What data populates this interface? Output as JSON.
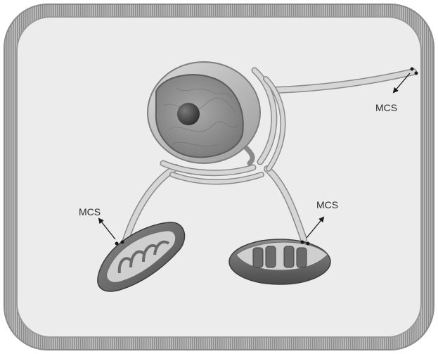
{
  "labels": {
    "mcs_pm": "MCS",
    "mcs_mito": "MCS",
    "mcs_lysosome": "MCS"
  },
  "colors": {
    "membrane_outer": "#9a9a9a",
    "membrane_inner": "#c8c8c8",
    "cytoplasm": "#ececec",
    "er": "#d6d6d6",
    "er_stroke": "#8a8a8a",
    "nucleus_shell": "#bdbdbd",
    "nucleoplasm": "#8f8f8f",
    "nucleolus": "#4a4a4a",
    "mito_outer": "#6e6e6e",
    "mito_inner": "#cfcfcf",
    "organelle_dark": "#585858",
    "contact_dot": "#1a1a1a",
    "arrow": "#1a1a1a"
  }
}
